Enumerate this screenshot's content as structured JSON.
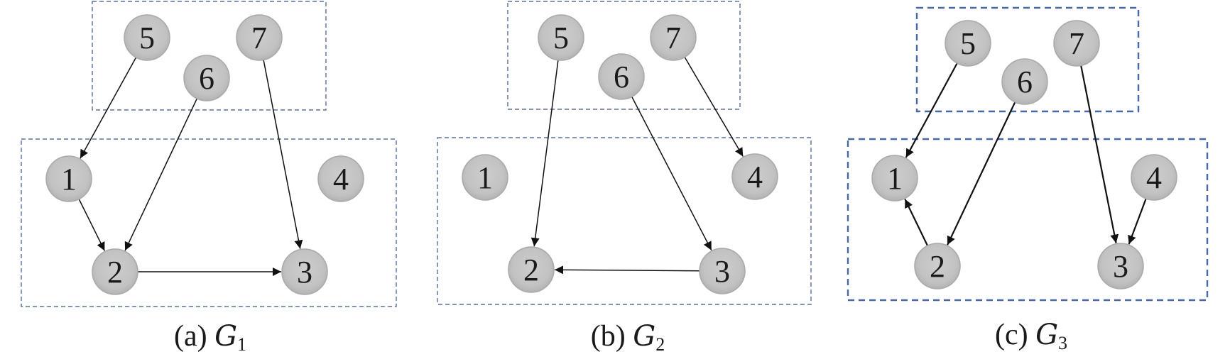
{
  "figure": {
    "colors": {
      "node_fill": "#c4c4c4",
      "node_border": "#a9a9a9",
      "edge": "#111111",
      "group_border": "#4a68a8"
    },
    "panels": [
      {
        "id": "a",
        "caption_prefix": "(a)",
        "caption_symbol": "G",
        "caption_subscript": "1",
        "groups": [
          {
            "name": "top-group",
            "members": [
              "5",
              "6",
              "7"
            ]
          },
          {
            "name": "bottom-group",
            "members": [
              "1",
              "2",
              "3",
              "4"
            ]
          }
        ],
        "nodes": [
          "1",
          "2",
          "3",
          "4",
          "5",
          "6",
          "7"
        ],
        "edges": [
          {
            "from": "5",
            "to": "1"
          },
          {
            "from": "6",
            "to": "2"
          },
          {
            "from": "1",
            "to": "2"
          },
          {
            "from": "7",
            "to": "3"
          },
          {
            "from": "2",
            "to": "3"
          }
        ]
      },
      {
        "id": "b",
        "caption_prefix": "(b)",
        "caption_symbol": "G",
        "caption_subscript": "2",
        "groups": [
          {
            "name": "top-group",
            "members": [
              "5",
              "6",
              "7"
            ]
          },
          {
            "name": "bottom-group",
            "members": [
              "1",
              "2",
              "3",
              "4"
            ]
          }
        ],
        "nodes": [
          "1",
          "2",
          "3",
          "4",
          "5",
          "6",
          "7"
        ],
        "edges": [
          {
            "from": "5",
            "to": "2"
          },
          {
            "from": "6",
            "to": "3"
          },
          {
            "from": "7",
            "to": "4"
          },
          {
            "from": "3",
            "to": "2"
          }
        ]
      },
      {
        "id": "c",
        "caption_prefix": "(c)",
        "caption_symbol": "G",
        "caption_subscript": "3",
        "groups": [
          {
            "name": "top-group",
            "members": [
              "5",
              "6",
              "7"
            ]
          },
          {
            "name": "bottom-group",
            "members": [
              "1",
              "2",
              "3",
              "4"
            ]
          }
        ],
        "nodes": [
          "1",
          "2",
          "3",
          "4",
          "5",
          "6",
          "7"
        ],
        "edges": [
          {
            "from": "5",
            "to": "1"
          },
          {
            "from": "2",
            "to": "1"
          },
          {
            "from": "6",
            "to": "2"
          },
          {
            "from": "7",
            "to": "3"
          },
          {
            "from": "4",
            "to": "3"
          }
        ]
      }
    ]
  }
}
